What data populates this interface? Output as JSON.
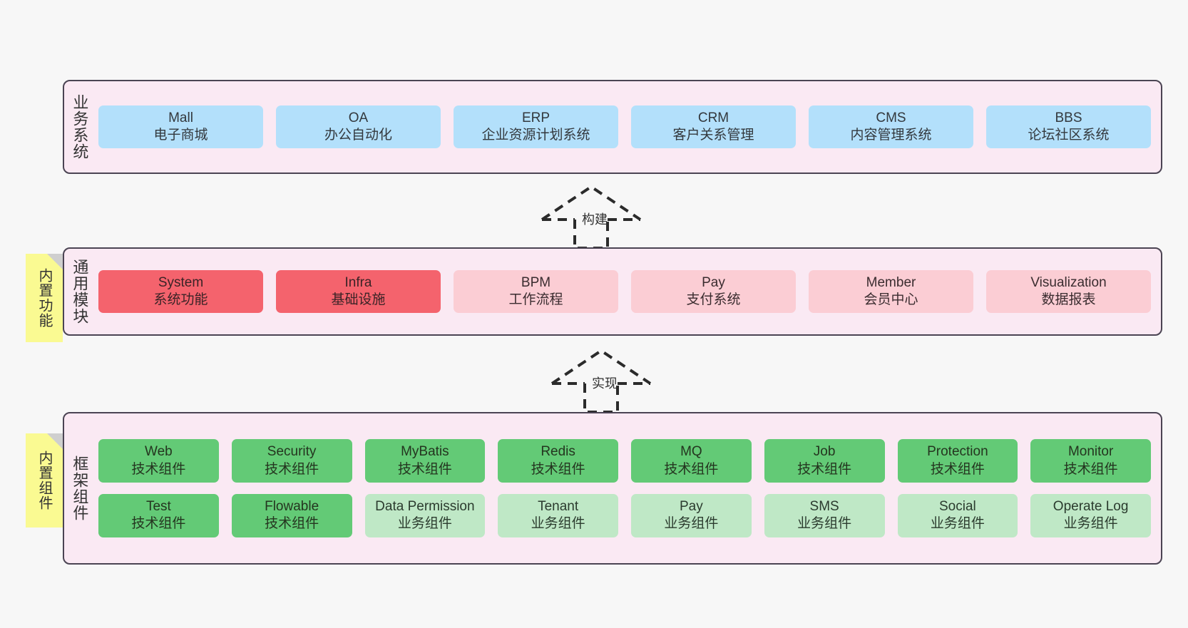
{
  "diagram": {
    "background_color": "#f7f7f7",
    "panel_fill": "#fae9f3",
    "panel_border": "#4b4453",
    "note_color": "#fafa92",
    "colors": {
      "business": "#b3e0fb",
      "module_active": "#f4636d",
      "module_plain": "#fbcdd4",
      "tech_component": "#63ca76",
      "biz_component": "#bfe8c6"
    }
  },
  "layers": {
    "business": {
      "title": "业务系统",
      "rows": [
        [
          {
            "name": "Mall",
            "desc": "电子商城",
            "color": "blue"
          },
          {
            "name": "OA",
            "desc": "办公自动化",
            "color": "blue"
          },
          {
            "name": "ERP",
            "desc": "企业资源计划系统",
            "color": "blue"
          },
          {
            "name": "CRM",
            "desc": "客户关系管理",
            "color": "blue"
          },
          {
            "name": "CMS",
            "desc": "内容管理系统",
            "color": "blue"
          },
          {
            "name": "BBS",
            "desc": "论坛社区系统",
            "color": "blue"
          }
        ]
      ]
    },
    "modules": {
      "title": "通用模块",
      "note": "内置功能",
      "rows": [
        [
          {
            "name": "System",
            "desc": "系统功能",
            "color": "red"
          },
          {
            "name": "Infra",
            "desc": "基础设施",
            "color": "red"
          },
          {
            "name": "BPM",
            "desc": "工作流程",
            "color": "pink"
          },
          {
            "name": "Pay",
            "desc": "支付系统",
            "color": "pink"
          },
          {
            "name": "Member",
            "desc": "会员中心",
            "color": "pink"
          },
          {
            "name": "Visualization",
            "desc": "数据报表",
            "color": "pink"
          }
        ]
      ]
    },
    "framework": {
      "title": "框架组件",
      "note": "内置组件",
      "rows": [
        [
          {
            "name": "Web",
            "desc": "技术组件",
            "color": "green"
          },
          {
            "name": "Security",
            "desc": "技术组件",
            "color": "green"
          },
          {
            "name": "MyBatis",
            "desc": "技术组件",
            "color": "green"
          },
          {
            "name": "Redis",
            "desc": "技术组件",
            "color": "green"
          },
          {
            "name": "MQ",
            "desc": "技术组件",
            "color": "green"
          },
          {
            "name": "Job",
            "desc": "技术组件",
            "color": "green"
          },
          {
            "name": "Protection",
            "desc": "技术组件",
            "color": "green"
          },
          {
            "name": "Monitor",
            "desc": "技术组件",
            "color": "green"
          }
        ],
        [
          {
            "name": "Test",
            "desc": "技术组件",
            "color": "green"
          },
          {
            "name": "Flowable",
            "desc": "技术组件",
            "color": "green"
          },
          {
            "name": "Data Permission",
            "desc": "业务组件",
            "color": "lgreen"
          },
          {
            "name": "Tenant",
            "desc": "业务组件",
            "color": "lgreen"
          },
          {
            "name": "Pay",
            "desc": "业务组件",
            "color": "lgreen"
          },
          {
            "name": "SMS",
            "desc": "业务组件",
            "color": "lgreen"
          },
          {
            "name": "Social",
            "desc": "业务组件",
            "color": "lgreen"
          },
          {
            "name": "Operate Log",
            "desc": "业务组件",
            "color": "lgreen"
          }
        ]
      ]
    }
  },
  "connectors": [
    {
      "label": "构建",
      "from": "modules",
      "to": "business"
    },
    {
      "label": "实现",
      "from": "framework",
      "to": "modules"
    }
  ]
}
